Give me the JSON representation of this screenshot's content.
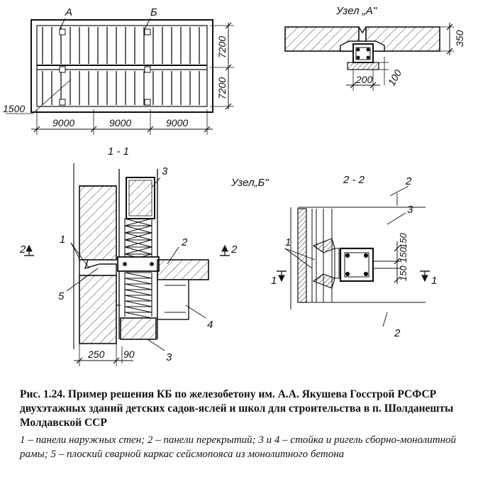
{
  "labels": {
    "plan_A": "А",
    "plan_B": "Б",
    "node_A_title": "Узел „А\"",
    "node_B_title": "Узел„Б\"",
    "section_1_1": "1 - 1",
    "section_2_2": "2 - 2"
  },
  "dimensions": {
    "plan_height_1": "7200",
    "plan_height_2": "7200",
    "plan_span_1": "9000",
    "plan_span_2": "9000",
    "plan_span_3": "9000",
    "plan_offset": "1500",
    "node_A_height": "350",
    "node_A_width": "200",
    "node_A_gap": "100",
    "s11_width": "250",
    "s11_gap": "90",
    "s22_dim_1": "150",
    "s22_dim_2": "150",
    "s22_dim_3": "150"
  },
  "callouts": {
    "s11_1": "1",
    "s11_2": "2",
    "s11_3_top": "3",
    "s11_3_bottom": "3",
    "s11_4": "4",
    "s11_5": "5",
    "s11_cut_left": "2",
    "s11_cut_right": "2",
    "s22_1": "1",
    "s22_2_top": "2",
    "s22_2_bottom": "2",
    "s22_3": "3",
    "s22_cut_left": "1",
    "s22_cut_right": "1"
  },
  "caption": {
    "title": "Рис. 1.24. Пример решения КБ по железобетону им. А.А. Якушева Госстрой РСФСР двухэтажных зданий детских садов-яслей и школ для строительства в п. Шолданешты Молдавской ССР",
    "legend": "1 – панели наружных стен; 2 – панели перекрытий; 3 и 4 – стойка и ригель сборно-монолитной рамы; 5 – плоский сварной каркас сейсмопояса из монолитного бетона"
  }
}
